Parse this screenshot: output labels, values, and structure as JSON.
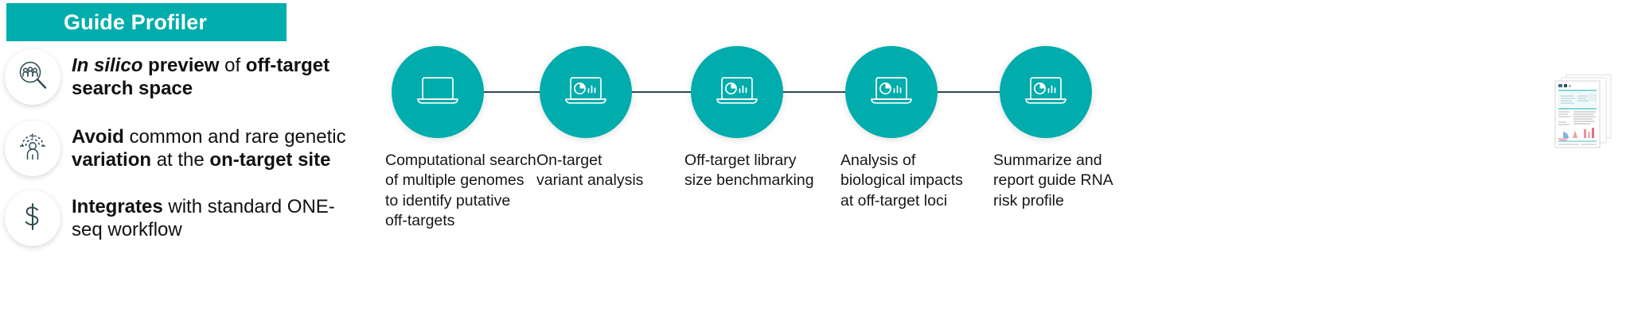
{
  "header": {
    "title": "Guide Profiler",
    "banner_color": "#00ACAC",
    "title_color": "#FFFFFF"
  },
  "features": [
    {
      "icon": "people-magnifier-icon",
      "segments": [
        {
          "text": "In silico",
          "style": "bold-italic"
        },
        {
          "text": " preview ",
          "style": "bold"
        },
        {
          "text": "of ",
          "style": "normal"
        },
        {
          "text": "off-target search space",
          "style": "bold"
        }
      ],
      "plain": "In silico preview of off-target search space"
    },
    {
      "icon": "target-person-icon",
      "segments": [
        {
          "text": "Avoid",
          "style": "bold"
        },
        {
          "text": " common and rare genetic ",
          "style": "normal"
        },
        {
          "text": "variation",
          "style": "bold"
        },
        {
          "text": " at the ",
          "style": "normal"
        },
        {
          "text": "on-target site",
          "style": "bold"
        }
      ],
      "plain": "Avoid common and rare genetic variation at the on-target site"
    },
    {
      "icon": "dollar-sign-icon",
      "segments": [
        {
          "text": "Integrates",
          "style": "bold"
        },
        {
          "text": " with standard ONE-seq workflow",
          "style": "normal"
        }
      ],
      "plain": "Integrates with standard ONE-seq workflow"
    }
  ],
  "workflow": {
    "connector_color": "#2D4A52",
    "node_color": "#00ACAC",
    "steps": [
      {
        "icon": "laptop-icon",
        "caption": "Computational search\nof multiple genomes\nto identify putative\noff-targets"
      },
      {
        "icon": "laptop-chart-icon",
        "caption": "On-target\nvariant analysis"
      },
      {
        "icon": "laptop-chart-icon",
        "caption": "Off-target library\nsize benchmarking"
      },
      {
        "icon": "laptop-chart-icon",
        "caption": "Analysis of\nbiological impacts\nat off-target loci"
      },
      {
        "icon": "laptop-chart-icon",
        "caption": "Summarize and\nreport guide RNA\nrisk profile"
      }
    ]
  },
  "report_preview": {
    "label": "report-document-thumbnail"
  }
}
